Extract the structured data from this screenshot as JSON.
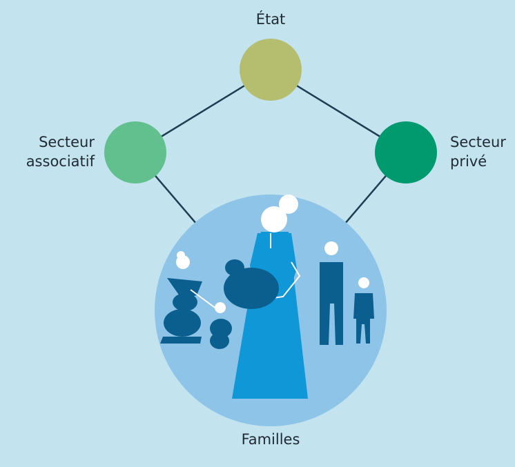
{
  "diagram": {
    "nodes": {
      "etat": {
        "label": "État",
        "color": "#b5be6f"
      },
      "associatif": {
        "label": "Secteur\nassociatif",
        "color": "#62c08e"
      },
      "prive": {
        "label": "Secteur\nprivé",
        "color": "#009a6e"
      },
      "familles": {
        "label": "Familles",
        "color": "#8ec4e8"
      }
    },
    "edges": [
      {
        "from": "etat",
        "to": "associatif"
      },
      {
        "from": "etat",
        "to": "prive"
      },
      {
        "from": "associatif",
        "to": "familles"
      },
      {
        "from": "prive",
        "to": "familles"
      }
    ],
    "colors": {
      "background": "#c3e3ee",
      "line": "#1f3d52",
      "figure_dark": "#0b5f8e",
      "figure_light": "#0f97d8"
    }
  }
}
